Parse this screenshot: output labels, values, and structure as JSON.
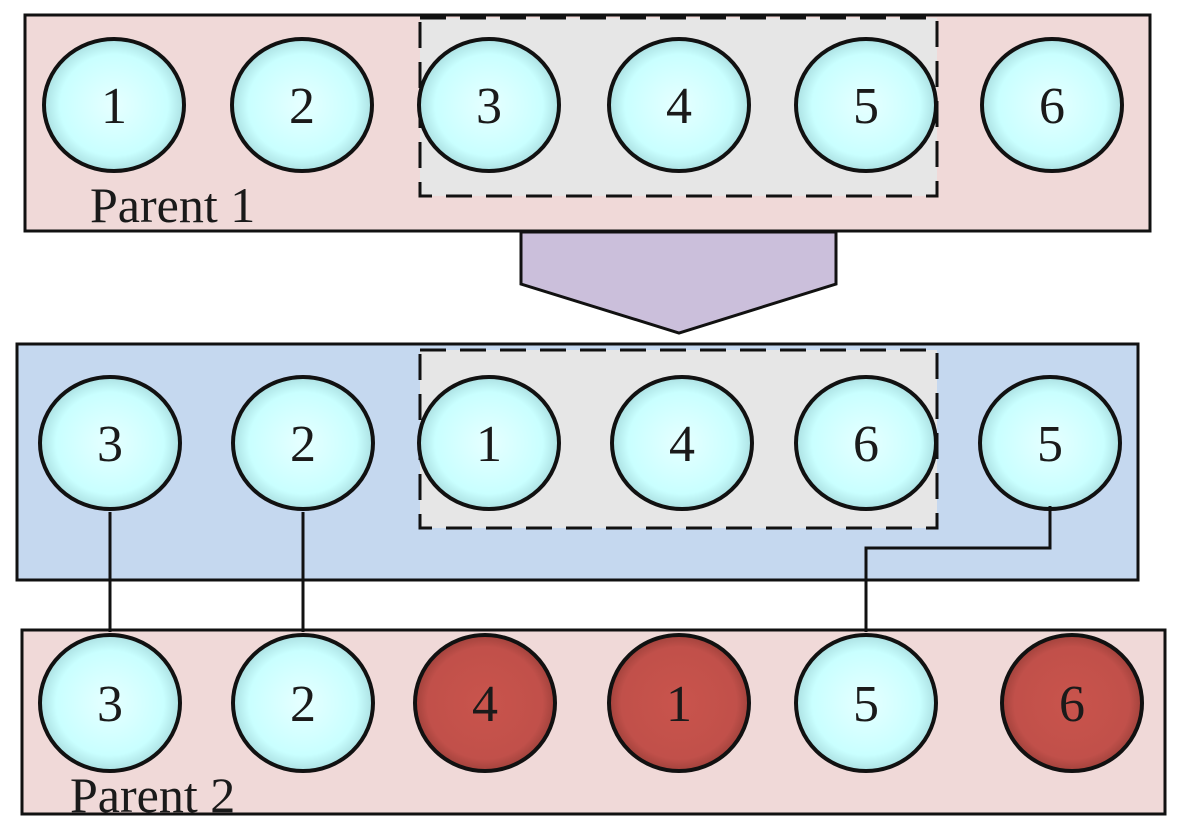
{
  "colors": {
    "parent_box_fill": "#f0d9d8",
    "child_box_fill": "#c5d8ef",
    "segment_fill": "#e6e6e6",
    "arrow_fill": "#cbbfdb",
    "node_fill": "#c9ffff",
    "node_mapped_fill": "#c1504a",
    "stroke": "#111111"
  },
  "parent1": {
    "label": "Parent 1",
    "nodes": [
      "1",
      "2",
      "3",
      "4",
      "5",
      "6"
    ]
  },
  "offspring": {
    "nodes": [
      "3",
      "2",
      "1",
      "4",
      "6",
      "5"
    ]
  },
  "parent2": {
    "label": "Parent 2",
    "nodes": [
      {
        "value": "3",
        "mapped": false
      },
      {
        "value": "2",
        "mapped": false
      },
      {
        "value": "4",
        "mapped": true
      },
      {
        "value": "1",
        "mapped": true
      },
      {
        "value": "5",
        "mapped": false
      },
      {
        "value": "6",
        "mapped": true
      }
    ]
  },
  "links": [
    {
      "from_offspring_index": 0,
      "to_parent2_index": 0
    },
    {
      "from_offspring_index": 1,
      "to_parent2_index": 1
    },
    {
      "from_offspring_index": 5,
      "to_parent2_index": 4
    }
  ]
}
